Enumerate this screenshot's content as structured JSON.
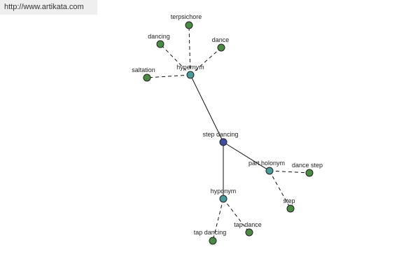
{
  "banner": {
    "url": "http://www.artikata.com"
  },
  "graph": {
    "colors": {
      "center": "#3f4ea1",
      "relation": "#4a9a9a",
      "word": "#4b8a42",
      "edge": "#111111"
    },
    "nodes": {
      "center": {
        "label": "step dancing"
      },
      "hypernym": {
        "label": "hypernym"
      },
      "part_holonym": {
        "label": "part holonym"
      },
      "hyponym": {
        "label": "hyponym"
      },
      "terpsichore": {
        "label": "terpsichore"
      },
      "dancing": {
        "label": "dancing"
      },
      "dance": {
        "label": "dance"
      },
      "saltation": {
        "label": "saltation"
      },
      "dance_step": {
        "label": "dance step"
      },
      "step": {
        "label": "step"
      },
      "tap_dancing": {
        "label": "tap dancing"
      },
      "tap_dance": {
        "label": "tap dance"
      }
    }
  }
}
